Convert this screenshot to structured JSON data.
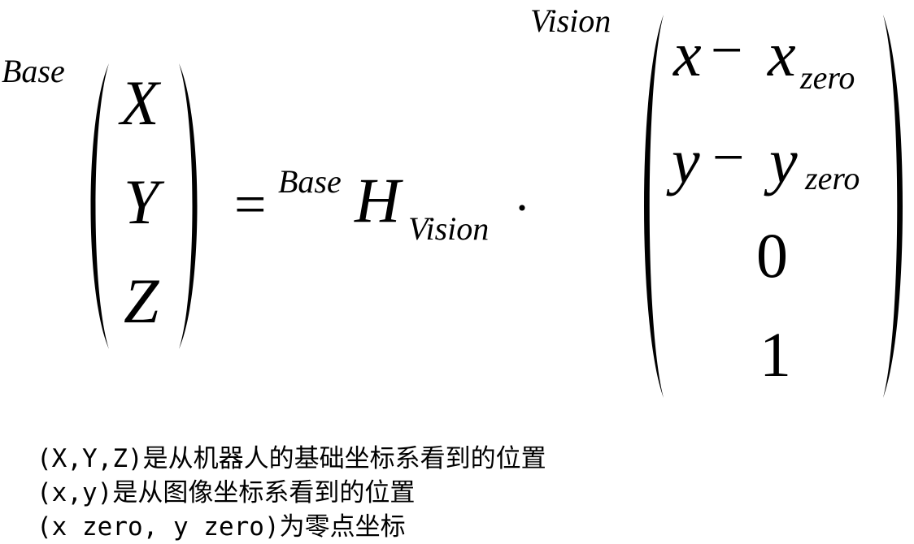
{
  "formula": {
    "lhs_superscript": "Base",
    "lhs_vector": [
      "X",
      "Y",
      "Z"
    ],
    "equals": "=",
    "h_superscript": "Base",
    "h_symbol": "H",
    "h_subscript": "Vision",
    "dot": "·",
    "rhs_superscript": "Vision",
    "rhs_vector": {
      "row1_var": "x",
      "row1_minus": "−",
      "row1_zero_var": "x",
      "row1_zero_sub": "zero",
      "row2_var": "y",
      "row2_minus": "−",
      "row2_zero_var": "y",
      "row2_zero_sub": "zero",
      "row3": "0",
      "row4": "1"
    }
  },
  "notes": [
    "(X,Y,Z)是从机器人的基础坐标系看到的位置",
    "(x,y)是从图像坐标系看到的位置",
    "(x zero, y zero)为零点坐标"
  ]
}
